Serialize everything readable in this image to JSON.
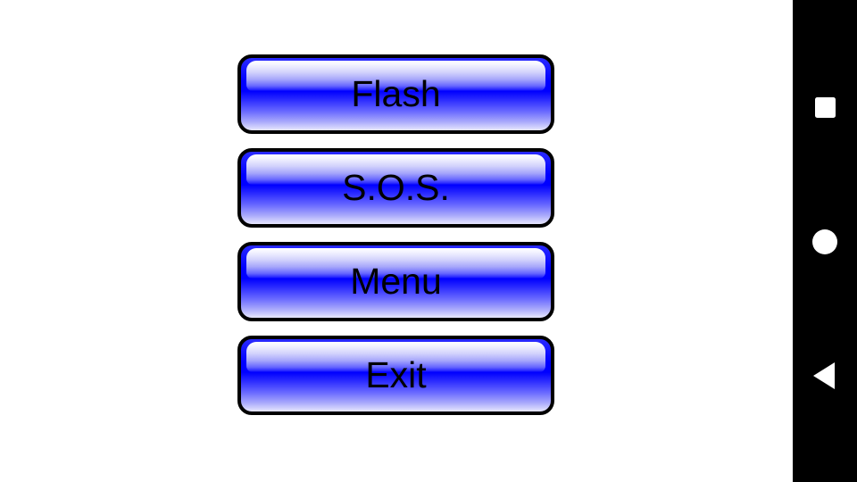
{
  "app": {
    "background_color": "#ffffff",
    "buttons": [
      {
        "id": "flash",
        "label": "Flash"
      },
      {
        "id": "sos",
        "label": "S.O.S."
      },
      {
        "id": "menu",
        "label": "Menu"
      },
      {
        "id": "exit",
        "label": "Exit"
      }
    ],
    "button_style": {
      "fill_color": "#0000ff",
      "border_color": "#000000",
      "text_color": "#000000",
      "highlight_color": "#ffffff"
    }
  },
  "nav_bar": {
    "background_color": "#000000",
    "icon_color": "#ffffff",
    "items": [
      {
        "id": "recents",
        "icon": "square-icon",
        "label": "Recent apps"
      },
      {
        "id": "home",
        "icon": "circle-icon",
        "label": "Home"
      },
      {
        "id": "back",
        "icon": "triangle-left-icon",
        "label": "Back"
      }
    ]
  }
}
